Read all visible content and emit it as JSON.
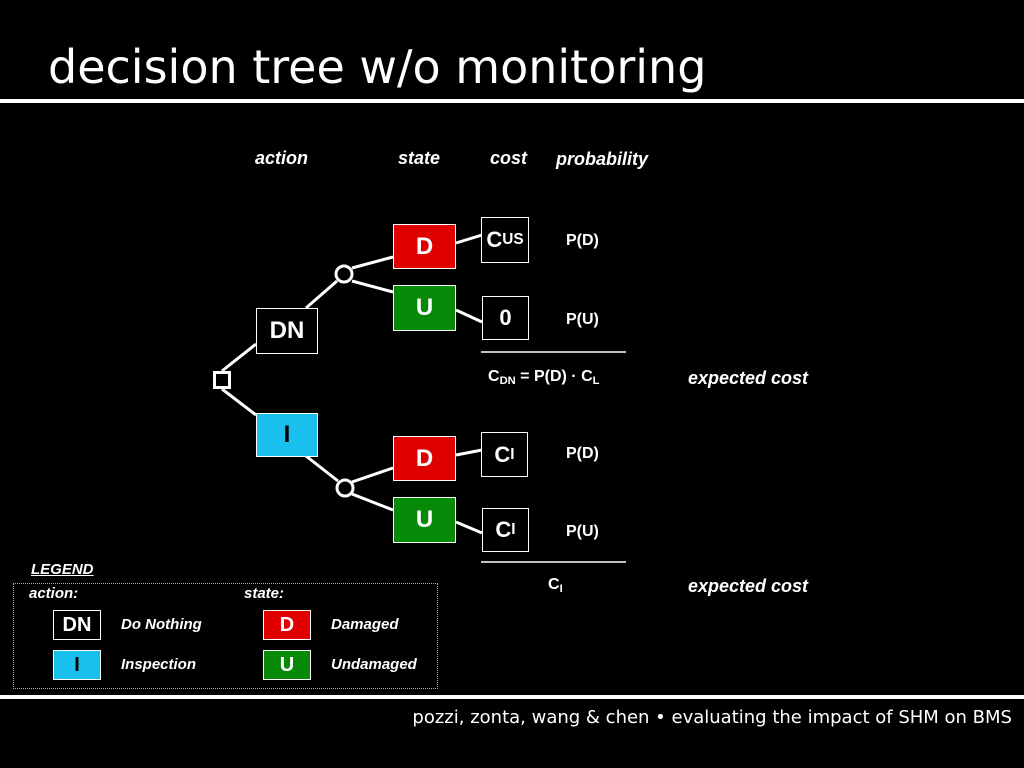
{
  "title": "decision tree w/o monitoring",
  "headers": {
    "action": "action",
    "state": "state",
    "cost": "cost",
    "probability": "probability"
  },
  "tree": {
    "dn_label": "DN",
    "i_label": "I",
    "state_d": "D",
    "state_u": "U",
    "cost_c": "C",
    "cost_us_sub": "US",
    "cost_zero": "0",
    "cost_i_sub": "I",
    "p_d": "P(D)",
    "p_u": "P(U)",
    "dn_formula_c": "C",
    "dn_formula_sub": "DN",
    "dn_formula_mid": " = P(D) · C",
    "dn_formula_sub2": "L",
    "i_result_c": "C",
    "i_result_sub": "I",
    "expected_cost": "expected cost"
  },
  "legend": {
    "title": "LEGEND",
    "action_heading": "action:",
    "state_heading": "state:",
    "dn_key": "DN",
    "dn_desc": "Do Nothing",
    "i_key": "I",
    "i_desc": "Inspection",
    "d_key": "D",
    "d_desc": "Damaged",
    "u_key": "U",
    "u_desc": "Undamaged"
  },
  "footer": "pozzi, zonta, wang & chen  •  evaluating the impact of SHM on BMS",
  "colors": {
    "damaged": "#e00000",
    "undamaged": "#078a07",
    "inspection": "#19c0ee",
    "background": "#000000"
  }
}
